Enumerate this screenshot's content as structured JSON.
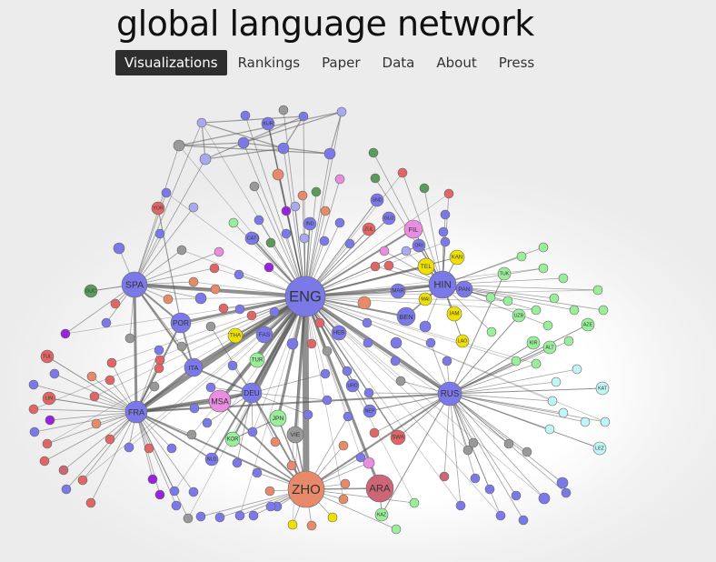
{
  "site": {
    "title": "global language network"
  },
  "nav": {
    "items": [
      {
        "label": "Visualizations",
        "active": true
      },
      {
        "label": "Rankings",
        "active": false
      },
      {
        "label": "Paper",
        "active": false
      },
      {
        "label": "Data",
        "active": false
      },
      {
        "label": "About",
        "active": false
      },
      {
        "label": "Press",
        "active": false
      }
    ]
  },
  "colors": {
    "blue": "#7b78e8",
    "pink": "#e88de0",
    "salmon": "#e88a6a",
    "red": "#e06666",
    "yellow": "#f0e000",
    "green": "#5a9a5a",
    "lightgreen": "#99ee99",
    "lightcyan": "#bff5f5",
    "gray": "#999999",
    "lavender": "#aaa8ee",
    "purple": "#9922dd",
    "mauve": "#cc6677",
    "edge": "#555555"
  },
  "network": {
    "hubs": [
      {
        "id": "ENG",
        "label": "ENG",
        "color": "blue"
      },
      {
        "id": "RUS",
        "label": "RUS",
        "color": "blue"
      },
      {
        "id": "FRA",
        "label": "FRA",
        "color": "blue"
      },
      {
        "id": "ZHO",
        "label": "ZHO",
        "color": "salmon"
      },
      {
        "id": "SPA",
        "label": "SPA",
        "color": "blue"
      },
      {
        "id": "HIN",
        "label": "HIN",
        "color": "blue"
      },
      {
        "id": "ARA",
        "label": "ARA",
        "color": "mauve"
      },
      {
        "id": "MSA",
        "label": "MSA",
        "color": "pink"
      },
      {
        "id": "DEU",
        "label": "DEU",
        "color": "blue"
      },
      {
        "id": "POR",
        "label": "POR",
        "color": "blue"
      },
      {
        "id": "ITA",
        "label": "ITA",
        "color": "blue"
      },
      {
        "id": "BEN",
        "label": "BEN",
        "color": "blue"
      },
      {
        "id": "FAS",
        "label": "FAS",
        "color": "blue"
      },
      {
        "id": "FIL",
        "label": "FIL",
        "color": "pink"
      },
      {
        "id": "JPN",
        "label": "JPN",
        "color": "lightgreen"
      },
      {
        "id": "VIE",
        "label": "VIE",
        "color": "gray"
      },
      {
        "id": "TEL",
        "label": "TEL",
        "color": "yellow"
      },
      {
        "id": "TUR",
        "label": "TUR",
        "color": "lightgreen"
      },
      {
        "id": "THA",
        "label": "THA",
        "color": "yellow"
      },
      {
        "id": "KOR",
        "label": "KOR",
        "color": "lightgreen"
      },
      {
        "id": "PAN",
        "label": "PAN",
        "color": "blue"
      },
      {
        "id": "KAN",
        "label": "KAN",
        "color": "yellow"
      },
      {
        "id": "LIN",
        "label": "LIN",
        "color": "red"
      },
      {
        "id": "SWA",
        "label": "SWA",
        "color": "red"
      },
      {
        "id": "NLD",
        "label": "NLD",
        "color": "blue"
      },
      {
        "id": "KUR",
        "label": "KUR",
        "color": "blue"
      },
      {
        "id": "TUL",
        "label": "TUL",
        "color": "red"
      },
      {
        "id": "GUC",
        "label": "GUC",
        "color": "green"
      },
      {
        "id": "MAI",
        "label": "MAI",
        "color": "yellow"
      },
      {
        "id": "MAR",
        "label": "MAR",
        "color": "blue"
      },
      {
        "id": "IAM",
        "label": "IAM",
        "color": "yellow"
      },
      {
        "id": "TUK",
        "label": "TUK",
        "color": "lightgreen"
      },
      {
        "id": "UZB",
        "label": "UZB",
        "color": "lightgreen"
      },
      {
        "id": "KAZ",
        "label": "KAZ",
        "color": "lightgreen"
      },
      {
        "id": "AZE",
        "label": "AZE",
        "color": "lightgreen"
      },
      {
        "id": "KIR",
        "label": "KIR",
        "color": "lightgreen"
      },
      {
        "id": "ALT",
        "label": "ALT",
        "color": "lightgreen"
      },
      {
        "id": "KAT",
        "label": "KAT",
        "color": "lightcyan"
      },
      {
        "id": "LEZ",
        "label": "LEZ",
        "color": "lightcyan"
      },
      {
        "id": "LAO",
        "label": "LAO",
        "color": "yellow"
      },
      {
        "id": "ORI",
        "label": "ORI",
        "color": "blue"
      },
      {
        "id": "NEP",
        "label": "NEP",
        "color": "blue"
      },
      {
        "id": "URD",
        "label": "URD",
        "color": "blue"
      },
      {
        "id": "HEB",
        "label": "HEB",
        "color": "blue"
      },
      {
        "id": "YOR",
        "label": "YOR",
        "color": "red"
      },
      {
        "id": "CAT",
        "label": "CAT",
        "color": "blue"
      },
      {
        "id": "ZUL",
        "label": "ZUL",
        "color": "red"
      },
      {
        "id": "SND",
        "label": "SND",
        "color": "blue"
      },
      {
        "id": "IND",
        "label": "IND",
        "color": "blue"
      },
      {
        "id": "GUJ",
        "label": "GUJ",
        "color": "blue"
      }
    ]
  }
}
